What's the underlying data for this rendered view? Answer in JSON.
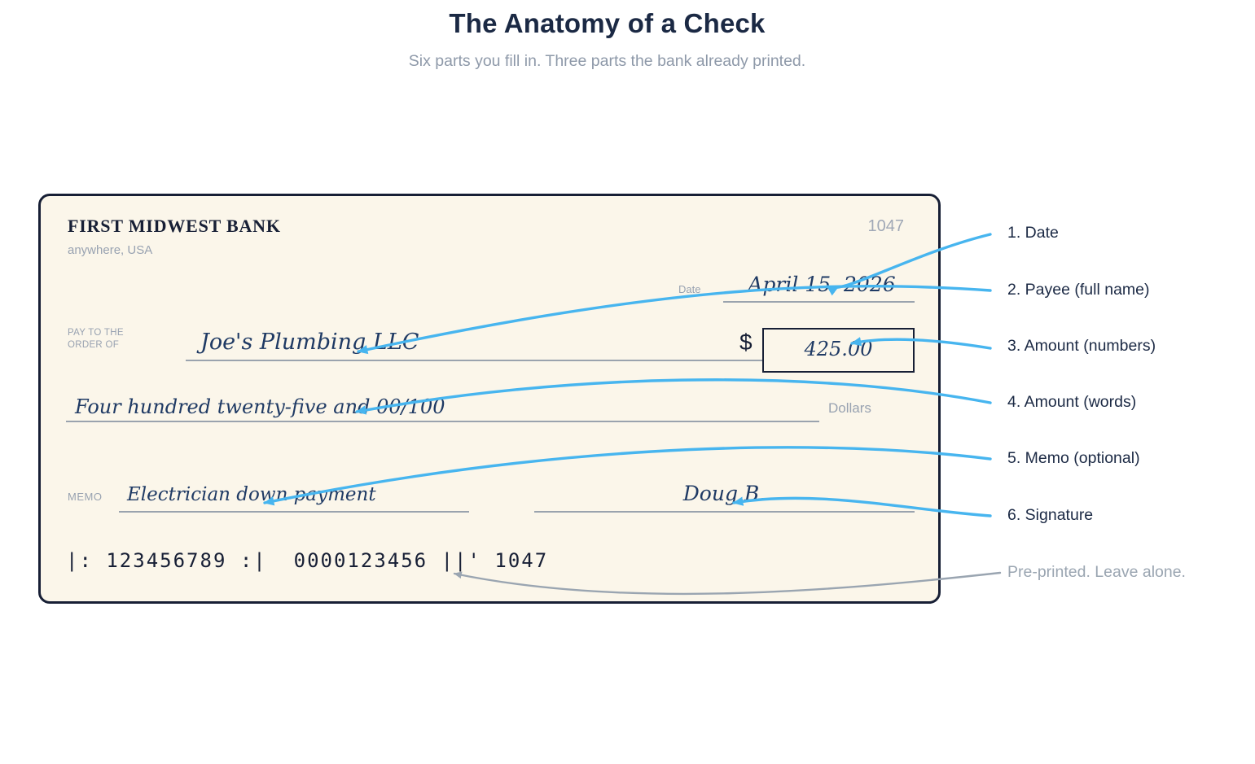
{
  "page": {
    "title": "The Anatomy of a Check",
    "subtitle": "Six parts you fill in. Three parts the bank already printed."
  },
  "check": {
    "bank_name": "FIRST MIDWEST BANK",
    "bank_location": "anywhere, USA",
    "check_number": "1047",
    "date_label": "Date",
    "date_value": "April 15, 2026",
    "payee_label_line1": "PAY TO THE",
    "payee_label_line2": "ORDER OF",
    "payee_value": "Joe's Plumbing LLC",
    "currency_symbol": "$",
    "amount_numeric": "425.00",
    "amount_words": "Four hundred twenty-five and 00/100",
    "dollars_label": "Dollars",
    "memo_label": "MEMO",
    "memo_value": "Electrician down payment",
    "signature_value": "Doug B.",
    "micr_line": "|: 123456789 :|  0000123456 ||' 1047"
  },
  "annotations": [
    {
      "label": "1. Date",
      "points_to": "date_value"
    },
    {
      "label": "2. Payee (full name)",
      "points_to": "payee_value"
    },
    {
      "label": "3. Amount (numbers)",
      "points_to": "amount_numeric"
    },
    {
      "label": "4. Amount (words)",
      "points_to": "amount_words"
    },
    {
      "label": "5. Memo (optional)",
      "points_to": "memo_value"
    },
    {
      "label": "6. Signature",
      "points_to": "signature_value"
    },
    {
      "label": "Pre-printed. Leave alone.",
      "points_to": "micr_line"
    }
  ],
  "colors": {
    "accent_blue": "#47b5ef",
    "gray_arrow": "#9aa5b1",
    "ink_navy": "#1b2944",
    "check_border": "#171f35",
    "handwriting_navy": "#1f3a64",
    "check_background": "#fbf6ea",
    "muted_label": "#98a2b1"
  }
}
